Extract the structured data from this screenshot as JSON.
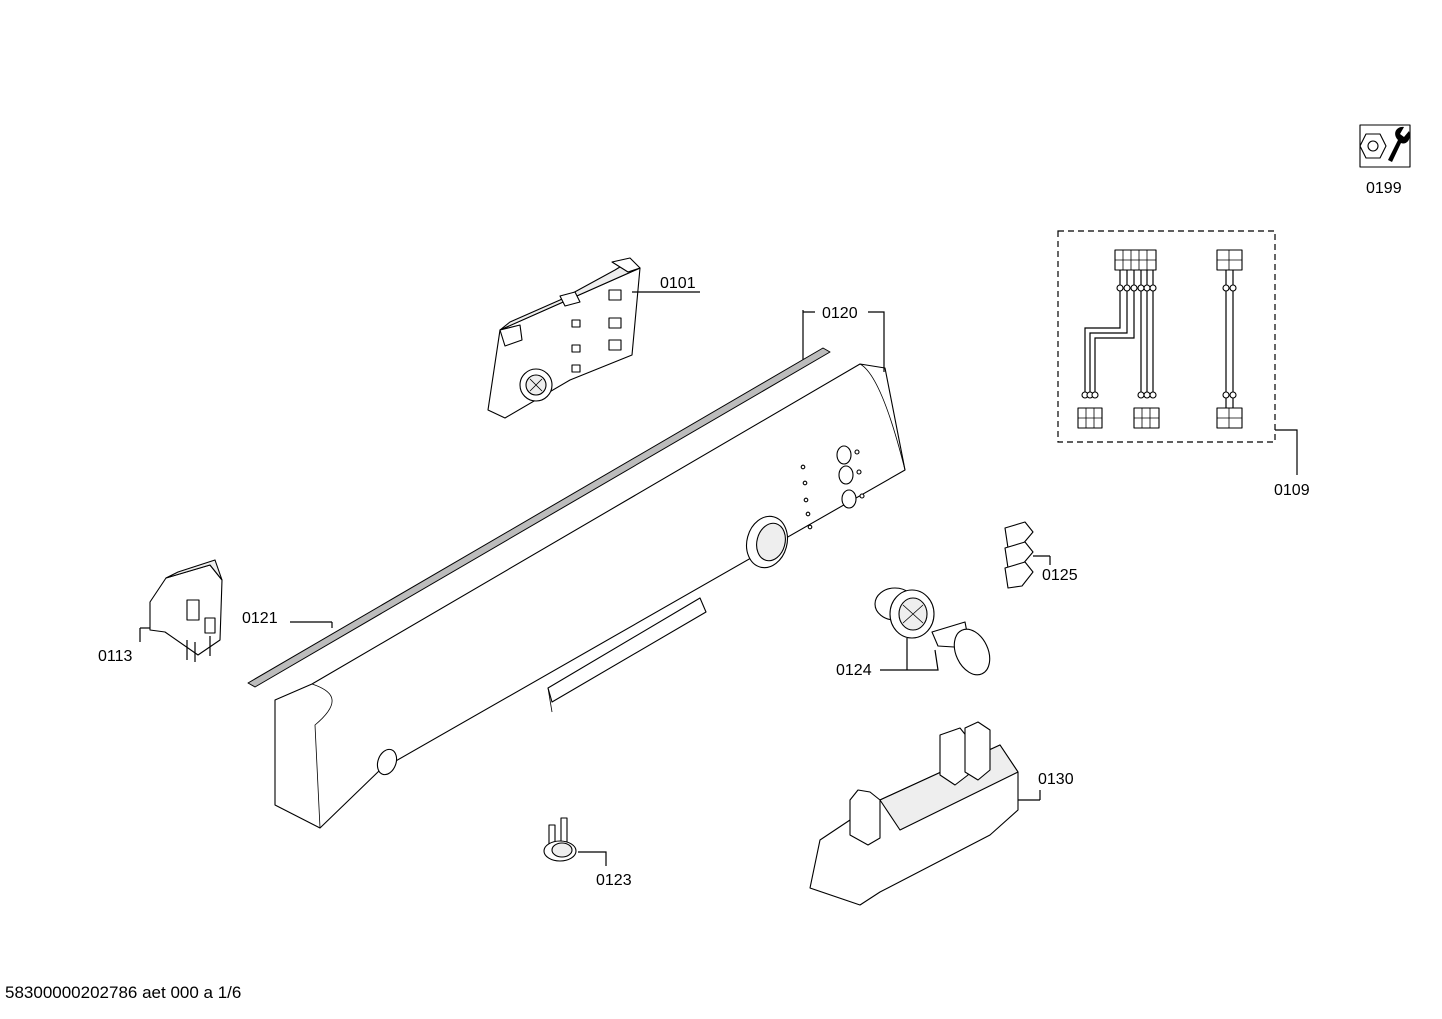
{
  "diagram": {
    "part_labels": {
      "p0101": "0101",
      "p0109": "0109",
      "p0113": "0113",
      "p0120": "0120",
      "p0121": "0121",
      "p0123": "0123",
      "p0124": "0124",
      "p0125": "0125",
      "p0130": "0130",
      "p0199": "0199"
    },
    "footer": "58300000202786 aet 000 a 1/6"
  }
}
